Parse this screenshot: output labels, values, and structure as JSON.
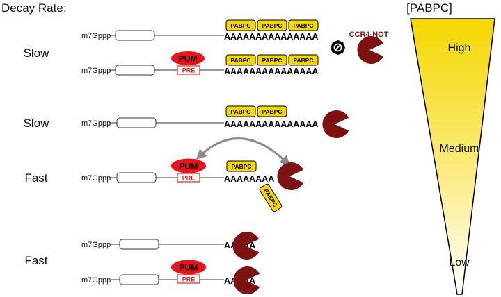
{
  "header": {
    "decay_rate_label": "Decay Rate:",
    "pabpc_label": "[PABPC]"
  },
  "rows": [
    {
      "rate": "Slow"
    },
    {
      "rate": "Slow"
    },
    {
      "rate": "Fast"
    },
    {
      "rate": "Fast"
    }
  ],
  "labels": {
    "cap": "m7Gppp",
    "polyA_long": "AAAAAAAAAAAAAAA",
    "polyA_medium": "AAAAAAAA",
    "polyA_short": "AAAAA",
    "pabpc": "PABPC",
    "pum": "PUM",
    "pre": "PRE",
    "ccr4_not": "CCR4-NOT"
  },
  "gradient_levels": {
    "high": "High",
    "medium": "Medium",
    "low": "Low"
  },
  "colors": {
    "pabpc_fill": "#f7d700",
    "pum_fill": "#e8141b",
    "pre_stroke": "#e3231b",
    "ccr4_fill": "#7d1212",
    "gradient_top": "#f5d800",
    "gradient_bottom": "#ffffff",
    "arrow": "#8a8a8a"
  },
  "icons": {
    "inhibit": "no-entry-icon",
    "deadenylase": "pacman-icon"
  }
}
